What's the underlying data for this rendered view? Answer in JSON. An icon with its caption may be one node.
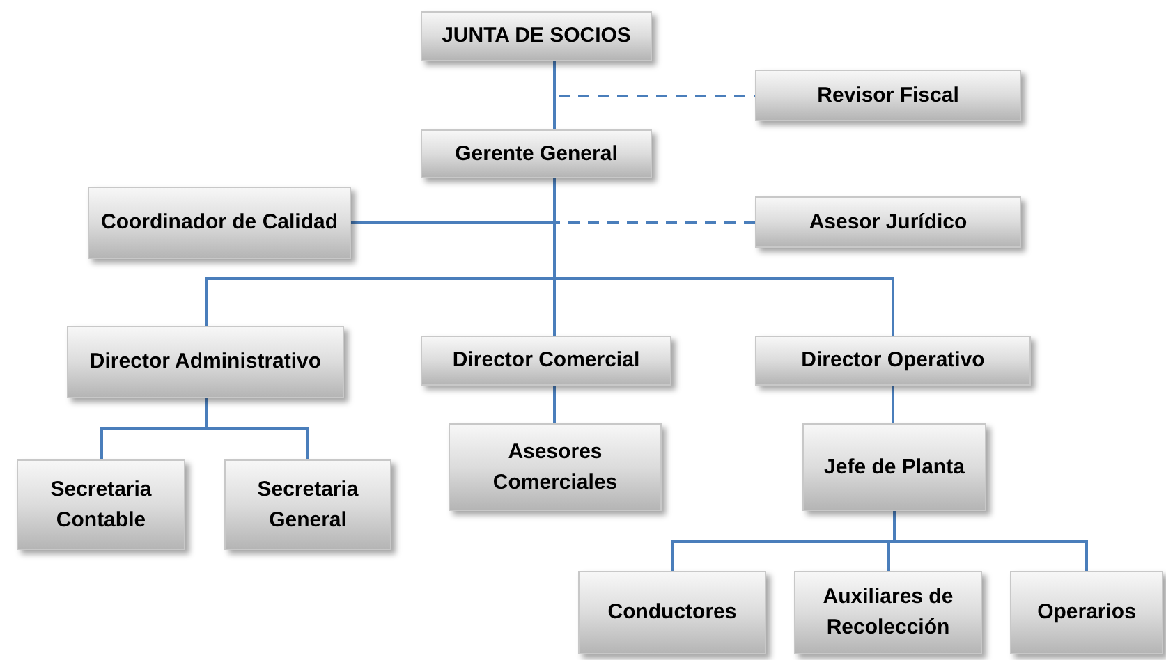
{
  "diagram": {
    "nodes": [
      {
        "text": [
          "JUNTA DE SOCIOS"
        ]
      },
      {
        "text": [
          "Revisor Fiscal"
        ]
      },
      {
        "text": [
          "Gerente General"
        ]
      },
      {
        "text": [
          "Coordinador de Calidad"
        ]
      },
      {
        "text": [
          "Asesor Jurídico"
        ]
      },
      {
        "text": [
          "Director Administrativo"
        ]
      },
      {
        "text": [
          "Director Comercial"
        ]
      },
      {
        "text": [
          "Director Operativo"
        ]
      },
      {
        "text": [
          "Secretaria Contable"
        ]
      },
      {
        "text": [
          "Secretaria General"
        ]
      },
      {
        "text": [
          "Asesores Comerciales"
        ]
      },
      {
        "text": [
          "Jefe de Planta"
        ]
      },
      {
        "text": [
          "Conductores"
        ]
      },
      {
        "text": [
          "Auxiliares de Recolección"
        ]
      },
      {
        "text": [
          "Operarios"
        ]
      }
    ],
    "edges": [
      {
        "from": 0,
        "to": 2,
        "arrow": "none"
      },
      {
        "from": 0,
        "to": 1,
        "arrow": "none",
        "style": "dashed"
      },
      {
        "from": 2,
        "to": 3,
        "arrow": "none"
      },
      {
        "from": 2,
        "to": 4,
        "arrow": "none",
        "style": "dashed"
      },
      {
        "from": 2,
        "to": 5,
        "arrow": "none"
      },
      {
        "from": 2,
        "to": 6,
        "arrow": "none"
      },
      {
        "from": 2,
        "to": 7,
        "arrow": "none"
      },
      {
        "from": 5,
        "to": 8,
        "arrow": "none"
      },
      {
        "from": 5,
        "to": 9,
        "arrow": "none"
      },
      {
        "from": 6,
        "to": 10,
        "arrow": "none"
      },
      {
        "from": 7,
        "to": 11,
        "arrow": "none"
      },
      {
        "from": 11,
        "to": 12,
        "arrow": "none"
      },
      {
        "from": 11,
        "to": 13,
        "arrow": "none"
      },
      {
        "from": 11,
        "to": 14,
        "arrow": "none"
      }
    ]
  }
}
